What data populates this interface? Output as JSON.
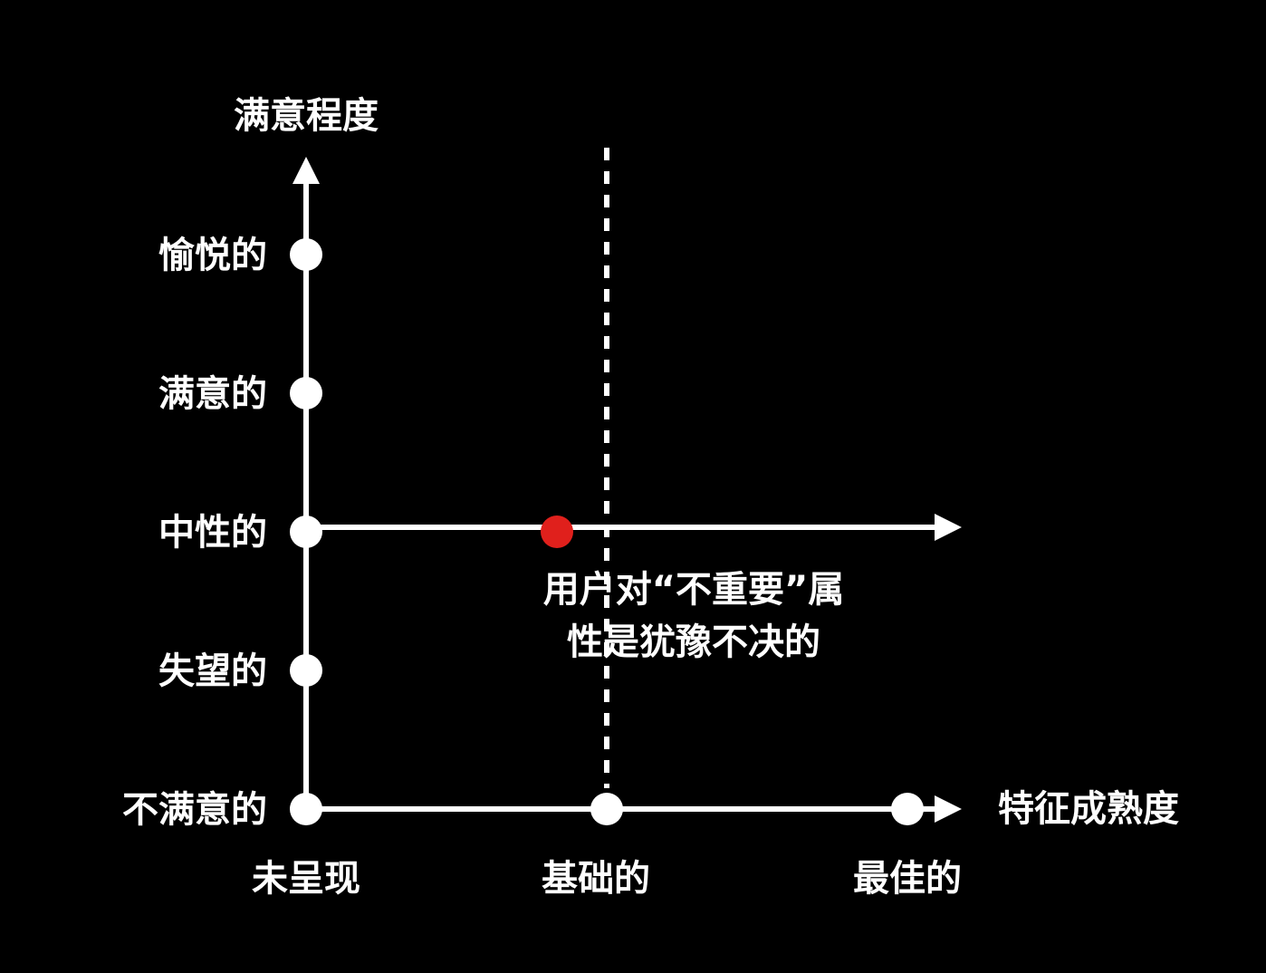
{
  "y_axis": {
    "title": "满意程度",
    "levels": [
      "愉悦的",
      "满意的",
      "中性的",
      "失望的",
      "不满意的"
    ]
  },
  "x_axis": {
    "title": "特征成熟度",
    "levels": [
      "未呈现",
      "基础的",
      "最佳的"
    ]
  },
  "annotation": {
    "line1": "用户对“不重要”属",
    "line2": "性是犹豫不决的"
  },
  "colors": {
    "background": "#000000",
    "foreground": "#ffffff",
    "highlight": "#e0201c"
  }
}
